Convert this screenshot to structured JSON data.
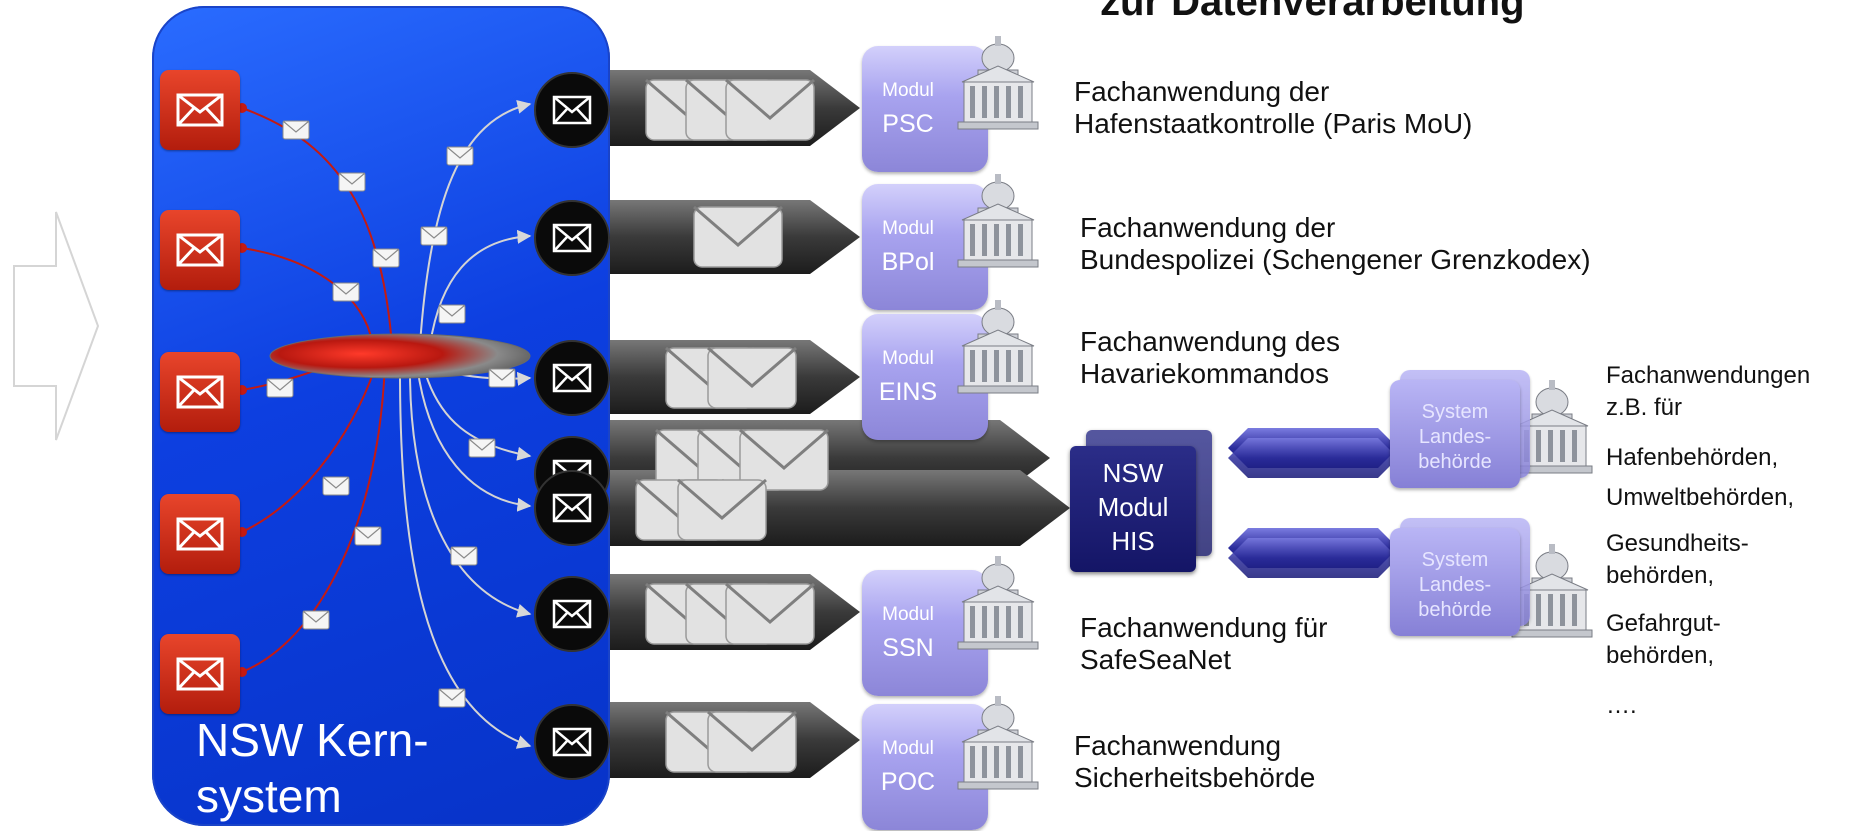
{
  "heading": "zur Datenverarbeitung",
  "core_label": [
    "NSW Kern-",
    "system"
  ],
  "modules": [
    {
      "line1": "Modul",
      "line2": "PSC",
      "desc": [
        "Fachanwendung der",
        "Hafenstaatkontrolle (Paris MoU)"
      ]
    },
    {
      "line1": "Modul",
      "line2": "BPol",
      "desc": [
        "Fachanwendung der",
        "Bundespolizei (Schengener Grenzkodex)"
      ]
    },
    {
      "line1": "Modul",
      "line2": "EINS",
      "desc": [
        "Fachanwendung des",
        "Havariekommandos"
      ]
    },
    {
      "line1": "Modul",
      "line2": "SSN",
      "desc": [
        "Fachanwendung für",
        "SafeSeaNet"
      ]
    },
    {
      "line1": "Modul",
      "line2": "POC",
      "desc": [
        "Fachanwendung",
        "Sicherheitsbehörde"
      ]
    }
  ],
  "his_module": [
    "NSW",
    "Modul",
    "HIS"
  ],
  "state_systems": [
    [
      "System",
      "Landes-",
      "behörde"
    ],
    [
      "System",
      "Landes-",
      "behörde"
    ]
  ],
  "right_list": [
    "Fachanwendungen",
    "z.B. für",
    "Hafenbehörden,",
    "Umweltbehörden,",
    "Gesundheits-",
    "behörden,",
    "Gefahrgut-",
    "behörden,",
    "…."
  ],
  "icons": {
    "envelope": "envelope-icon",
    "building": "government-building-icon",
    "arrow": "right-arrow-icon"
  },
  "colors": {
    "core_blue": "#0d3fe0",
    "source_red": "#c8301a",
    "module_lavender": "#a8a3ef",
    "his_navy": "#1a1b76",
    "distributor_red": "#c41a12"
  }
}
